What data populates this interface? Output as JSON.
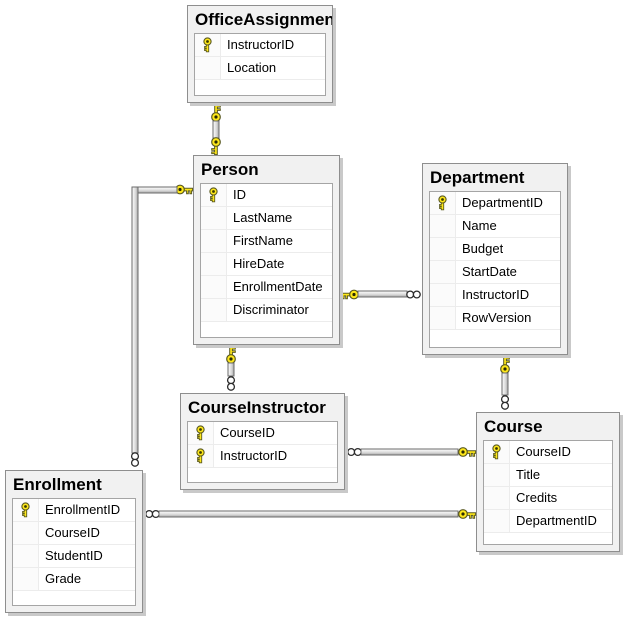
{
  "diagram": {
    "kind": "database-diagram",
    "tables": [
      {
        "name": "OfficeAssignment",
        "fields": [
          {
            "name": "InstructorID",
            "key": true
          },
          {
            "name": "Location",
            "key": false
          }
        ]
      },
      {
        "name": "Person",
        "fields": [
          {
            "name": "ID",
            "key": true
          },
          {
            "name": "LastName",
            "key": false
          },
          {
            "name": "FirstName",
            "key": false
          },
          {
            "name": "HireDate",
            "key": false
          },
          {
            "name": "EnrollmentDate",
            "key": false
          },
          {
            "name": "Discriminator",
            "key": false
          }
        ]
      },
      {
        "name": "Department",
        "fields": [
          {
            "name": "DepartmentID",
            "key": true
          },
          {
            "name": "Name",
            "key": false
          },
          {
            "name": "Budget",
            "key": false
          },
          {
            "name": "StartDate",
            "key": false
          },
          {
            "name": "InstructorID",
            "key": false
          },
          {
            "name": "RowVersion",
            "key": false
          }
        ]
      },
      {
        "name": "CourseInstructor",
        "fields": [
          {
            "name": "CourseID",
            "key": true
          },
          {
            "name": "InstructorID",
            "key": true
          }
        ]
      },
      {
        "name": "Course",
        "fields": [
          {
            "name": "CourseID",
            "key": true
          },
          {
            "name": "Title",
            "key": false
          },
          {
            "name": "Credits",
            "key": false
          },
          {
            "name": "DepartmentID",
            "key": false
          }
        ]
      },
      {
        "name": "Enrollment",
        "fields": [
          {
            "name": "EnrollmentID",
            "key": true
          },
          {
            "name": "CourseID",
            "key": false
          },
          {
            "name": "StudentID",
            "key": false
          },
          {
            "name": "Grade",
            "key": false
          }
        ]
      }
    ],
    "relationships": [
      {
        "from": "OfficeAssignment",
        "to": "Person",
        "type": "one-to-one"
      },
      {
        "from": "Person",
        "to": "Department",
        "type": "one-to-many"
      },
      {
        "from": "Person",
        "to": "CourseInstructor",
        "type": "one-to-many"
      },
      {
        "from": "Person",
        "to": "Enrollment",
        "type": "one-to-many"
      },
      {
        "from": "Department",
        "to": "Course",
        "type": "one-to-many"
      },
      {
        "from": "Course",
        "to": "CourseInstructor",
        "type": "one-to-many"
      },
      {
        "from": "Course",
        "to": "Enrollment",
        "type": "one-to-many"
      }
    ],
    "colors": {
      "key_icon": "#ffe81a",
      "table_bg": "#f1f1f1",
      "grid_bg": "#ffffff",
      "table_border": "#8e8e8e",
      "shadow": "#c9c9c9",
      "pipe_border": "#6b6b6b"
    }
  }
}
